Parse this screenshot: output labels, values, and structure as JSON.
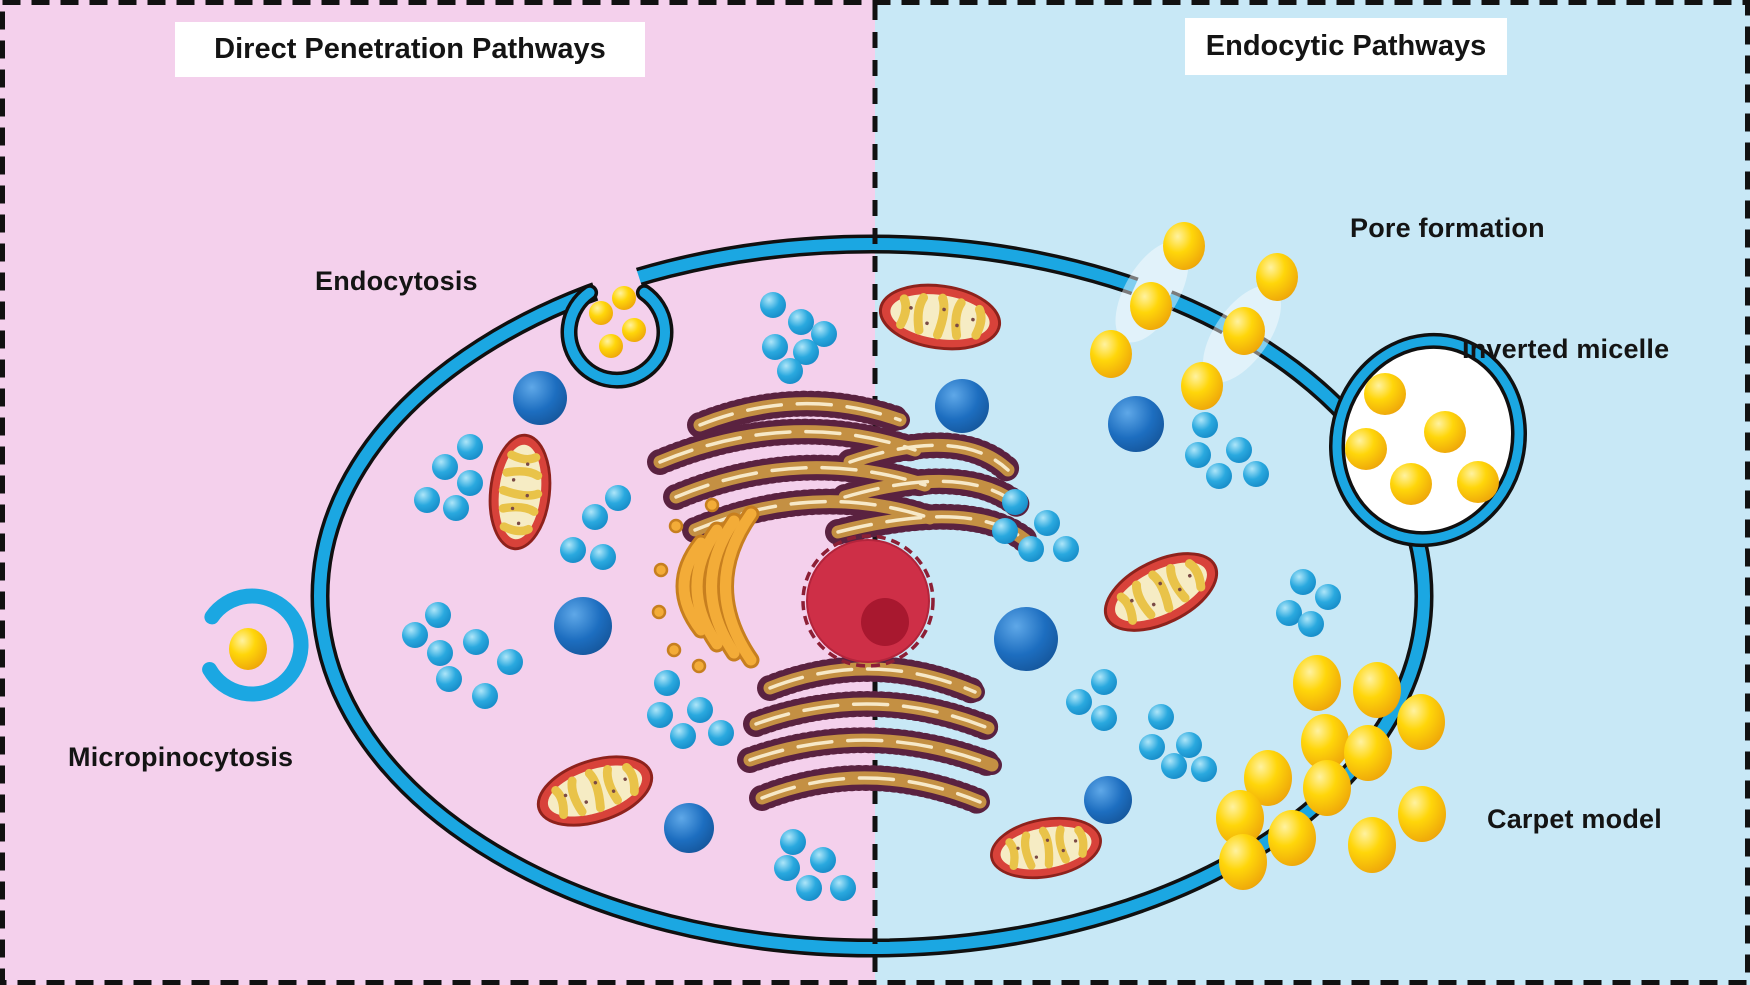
{
  "diagram": {
    "panels": {
      "left": {
        "title": "Direct Penetration Pathways",
        "bg": "#F4D0EC"
      },
      "right": {
        "title": "Endocytic Pathways",
        "bg": "#C8E8F6"
      }
    },
    "labels": {
      "endocytosis": "Endocytosis",
      "micropinocytosis": "Micropinocytosis",
      "pore_formation": "Pore formation",
      "inverted_micelle": "Inverted micelle",
      "carpet_model": "Carpet model"
    },
    "colors": {
      "membrane": "#1BA7E2",
      "membrane_outline": "#101010",
      "divider_dash": "#111111",
      "cargo_yellow": "#FFD60A",
      "peptide_blue": "#2AA9DF",
      "vesicle_dark_blue": "#1D6EC0",
      "nucleus_red": "#CE2F47",
      "nucleolus_red": "#A8182F",
      "er_tan": "#C49043",
      "er_outline": "#5A2240",
      "golgi_orange": "#F3AC38",
      "mito_red": "#D8423A",
      "mito_matrix": "#F6ECC4",
      "mito_cristae": "#E9C349"
    }
  }
}
